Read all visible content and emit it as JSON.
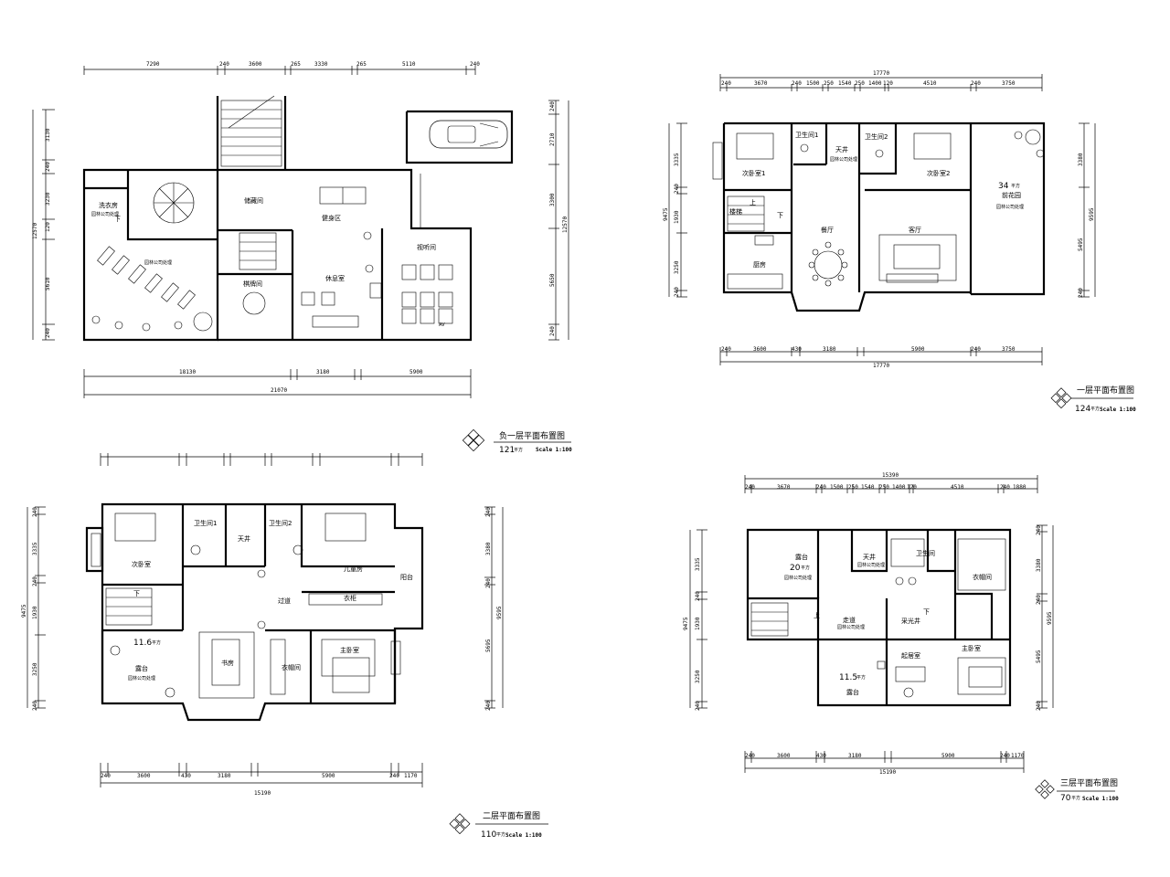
{
  "plans": {
    "basement": {
      "title": "负一层平面布置图",
      "area": "121",
      "area_unit": "平方",
      "scale": "Scale 1:100",
      "top_dims": [
        "7290",
        "240",
        "3600",
        "265",
        "3330",
        "265",
        "5110",
        "240"
      ],
      "left_dims": [
        "3130",
        "240",
        "3230",
        "120",
        "5610",
        "240",
        "12570"
      ],
      "right_dims": [
        "240",
        "2710",
        "3300",
        "5650",
        "240",
        "12570"
      ],
      "bottom_dims": [
        "18130",
        "3180",
        "5900",
        "21070"
      ],
      "rooms": {
        "laundry": "洗衣房",
        "storage": "储藏间",
        "gym": "健身区",
        "av": "视听间",
        "lounge": "休息室",
        "chess": "棋牌间"
      },
      "notes": {
        "n1": "园林公司处理",
        "n2": "园林公司处理"
      },
      "marks": {
        "down1": "下",
        "av_mark": "AV"
      }
    },
    "first": {
      "title": "一层平面布置图",
      "area": "124",
      "area_unit": "平方",
      "scale": "Scale 1:100",
      "top_total": "17770",
      "top_dims": [
        "240",
        "3670",
        "240",
        "1500",
        "250",
        "1540",
        "250",
        "1400",
        "120",
        "4510",
        "240",
        "3750"
      ],
      "bottom_dims": [
        "240",
        "3600",
        "430",
        "3180",
        "5900",
        "240",
        "3750"
      ],
      "bottom_total": "17770",
      "left_dims": [
        "3335",
        "240",
        "1930",
        "3250",
        "240",
        "9475"
      ],
      "right_dims": [
        "3380",
        "5495",
        "240",
        "9595"
      ],
      "rooms": {
        "bed1": "次卧室1",
        "bath1": "卫生间1",
        "patio": "天井",
        "bath2": "卫生间2",
        "bed2": "次卧室2",
        "stair": "楼梯",
        "kitchen": "厨房",
        "dining": "餐厅",
        "living": "客厅",
        "garden": "前花园"
      },
      "garden_area": "34",
      "garden_unit": "平方",
      "notes": {
        "n1": "园林公司处理",
        "n2": "园林公司处理"
      },
      "marks": {
        "up": "上",
        "down": "下"
      }
    },
    "second": {
      "title": "二层平面布置图",
      "area": "110",
      "area_unit": "平方",
      "scale": "Scale 1:100",
      "left_dims": [
        "240",
        "3335",
        "240",
        "1930",
        "3250",
        "240",
        "9475"
      ],
      "right_dims": [
        "240",
        "3380",
        "240",
        "5695",
        "240",
        "9595"
      ],
      "bottom_dims": [
        "240",
        "3600",
        "430",
        "3180",
        "5900",
        "240",
        "1170"
      ],
      "bottom_total": "15190",
      "rooms": {
        "bed": "次卧室",
        "bath1": "卫生间1",
        "patio": "天井",
        "bath2": "卫生间2",
        "kids": "儿童房",
        "corridor": "过道",
        "wardrobe": "衣柜",
        "balcony": "阳台",
        "study": "书房",
        "closet": "衣帽间",
        "master": "主卧室",
        "terrace": "露台"
      },
      "terrace_area": "11.6",
      "terrace_unit": "平方",
      "notes": {
        "n1": "园林公司处理"
      },
      "marks": {
        "down": "下"
      }
    },
    "third": {
      "title": "三层平面布置图",
      "area": "70",
      "area_unit": "平方",
      "scale": "Scale 1:100",
      "top_total": "15390",
      "top_dims": [
        "240",
        "3670",
        "240",
        "1500",
        "250",
        "1540",
        "250",
        "1400",
        "120",
        "4510",
        "240",
        "1880"
      ],
      "left_dims": [
        "3335",
        "240",
        "1930",
        "3250",
        "240",
        "9475"
      ],
      "right_dims": [
        "240",
        "3380",
        "240",
        "5495",
        "240",
        "9595"
      ],
      "bottom_dims": [
        "240",
        "3600",
        "430",
        "3180",
        "5900",
        "240",
        "1170"
      ],
      "bottom_total": "15190",
      "rooms": {
        "terrace1": "露台",
        "patio": "天井",
        "bath": "卫生间",
        "closet": "衣帽间",
        "corridor": "走道",
        "skylight": "采光井",
        "master": "主卧室",
        "sitting": "起居室",
        "terrace2": "露台"
      },
      "terrace1_area": "20",
      "terrace2_area": "11.5",
      "terrace_unit": "平方",
      "notes": {
        "n1": "园林公司处理",
        "n2": "园林公司处理",
        "n3": "园林公司处理"
      },
      "marks": {
        "up": "上",
        "down": "下"
      }
    }
  }
}
